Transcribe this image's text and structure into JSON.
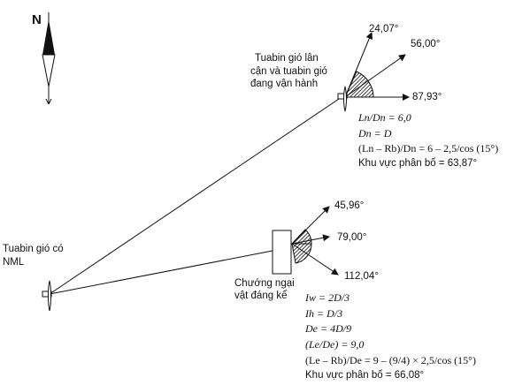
{
  "compass": {
    "label": "N"
  },
  "turbine_with_nml": {
    "label_line1": "Tuabin gió có",
    "label_line2": "NML"
  },
  "neighbor_turbine": {
    "label_line1": "Tuabin gió lân",
    "label_line2": "cận và tuabin gió",
    "label_line3": "đang vận hành",
    "angles": [
      "24,07°",
      "56,00°",
      "87,93°"
    ],
    "formulas": [
      "Ln/Dn = 6,0",
      "Dn = D",
      "(Ln – Rb)/Dn = 6 – 2,5/cos (15°)",
      "Khu vực phân bố  = 63,87°"
    ]
  },
  "obstacle": {
    "label_line1": "Chướng  ngại",
    "label_line2": "vật đáng kể",
    "angles": [
      "45,96°",
      "79,00°",
      "112,04°"
    ],
    "formulas": [
      "Iw = 2D/3",
      "Ih = D/3",
      "De = 4D/9",
      "(Le/De) = 9,0",
      "(Le – Rb)/De = 9 – (9/4) × 2,5/cos (15°)",
      "Khu vực phân bố  = 66,08°"
    ]
  }
}
